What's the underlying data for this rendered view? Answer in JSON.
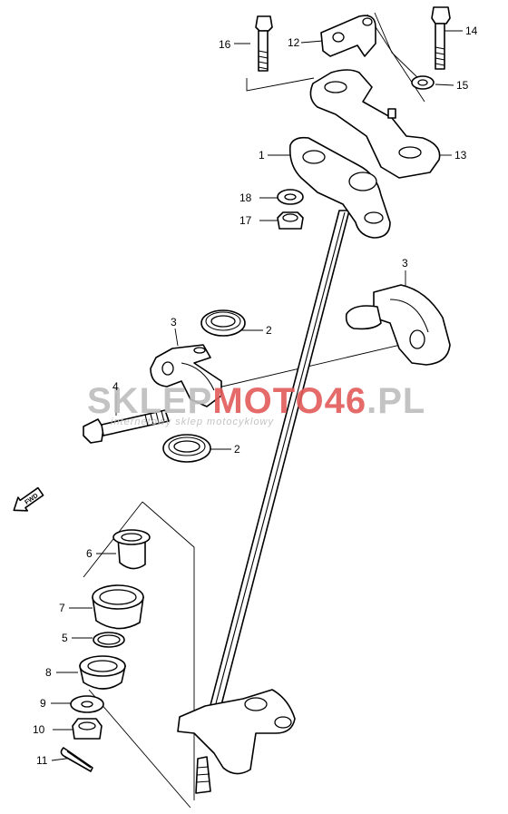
{
  "callouts": [
    {
      "id": "c16",
      "text": "16"
    },
    {
      "id": "c12",
      "text": "12"
    },
    {
      "id": "c14",
      "text": "14"
    },
    {
      "id": "c15",
      "text": "15"
    },
    {
      "id": "c1",
      "text": "1"
    },
    {
      "id": "c13",
      "text": "13"
    },
    {
      "id": "c18",
      "text": "18"
    },
    {
      "id": "c17",
      "text": "17"
    },
    {
      "id": "c3a",
      "text": "3"
    },
    {
      "id": "c3b",
      "text": "3"
    },
    {
      "id": "c2a",
      "text": "2"
    },
    {
      "id": "c2b",
      "text": "2"
    },
    {
      "id": "c4",
      "text": "4"
    },
    {
      "id": "c6",
      "text": "6"
    },
    {
      "id": "c7",
      "text": "7"
    },
    {
      "id": "c5",
      "text": "5"
    },
    {
      "id": "c8",
      "text": "8"
    },
    {
      "id": "c9",
      "text": "9"
    },
    {
      "id": "c10",
      "text": "10"
    },
    {
      "id": "c11",
      "text": "11"
    }
  ],
  "fwd_label": "FWD",
  "watermark": {
    "part1": "SKLEP",
    "part2": "MOTO",
    "part3": "46",
    "part4": ".PL",
    "tagline": "internetowy sklep motocyklowy",
    "color_grey": "#bdbdbd",
    "color_red": "#e35b5b"
  }
}
